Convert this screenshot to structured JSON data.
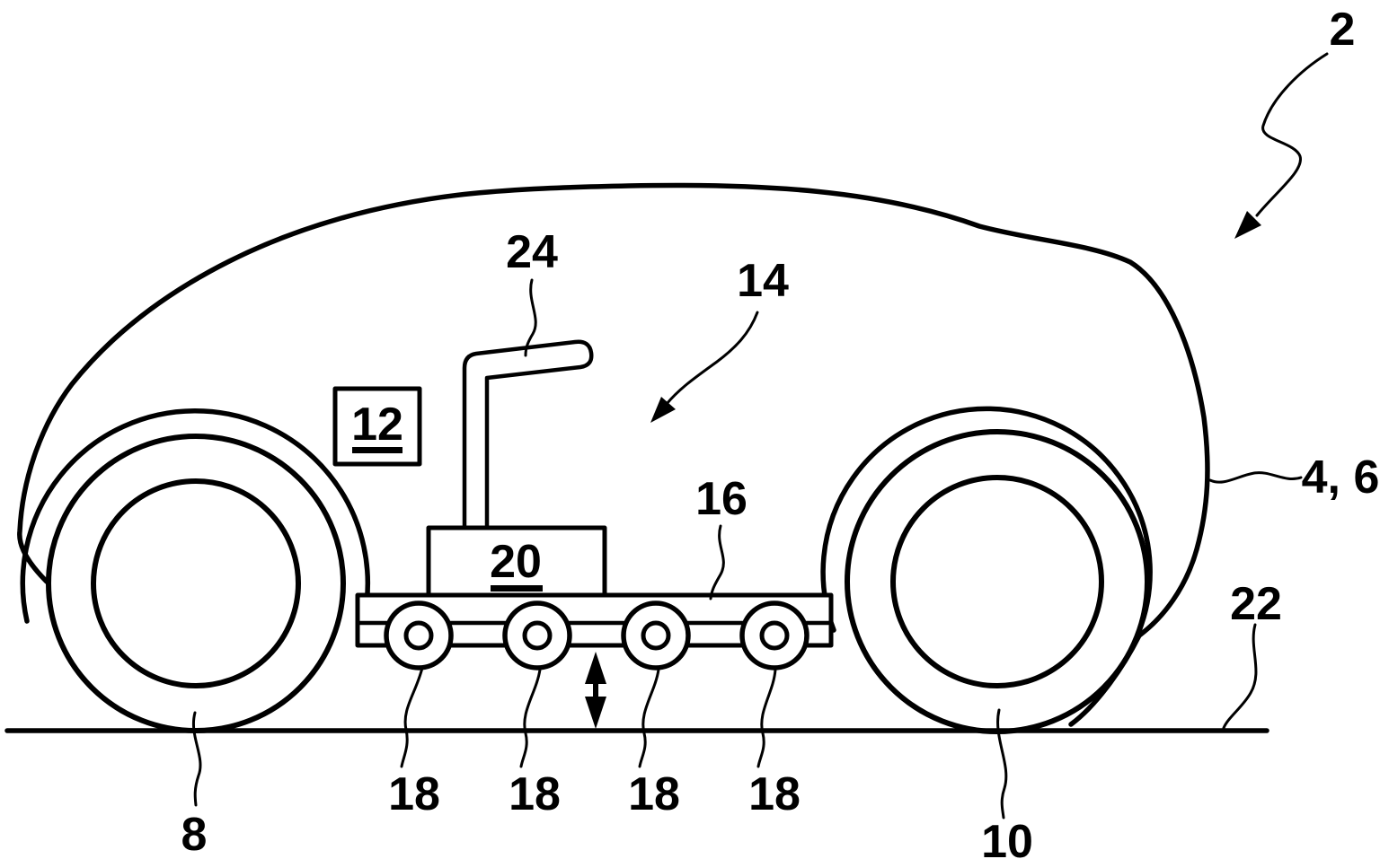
{
  "figure": {
    "background_color": "#ffffff",
    "line_color": "#000000",
    "description": "Patent-style side-view line drawing of a vehicle containing a roller platform with handle"
  },
  "labels": {
    "vehicle": "2",
    "body": "4, 6",
    "front_wheel": "8",
    "rear_wheel": "10",
    "module_box": "12",
    "interior": "14",
    "carrier": "16",
    "rollers": [
      "18",
      "18",
      "18",
      "18"
    ],
    "drive_box": "20",
    "ground": "22",
    "handle": "24"
  }
}
